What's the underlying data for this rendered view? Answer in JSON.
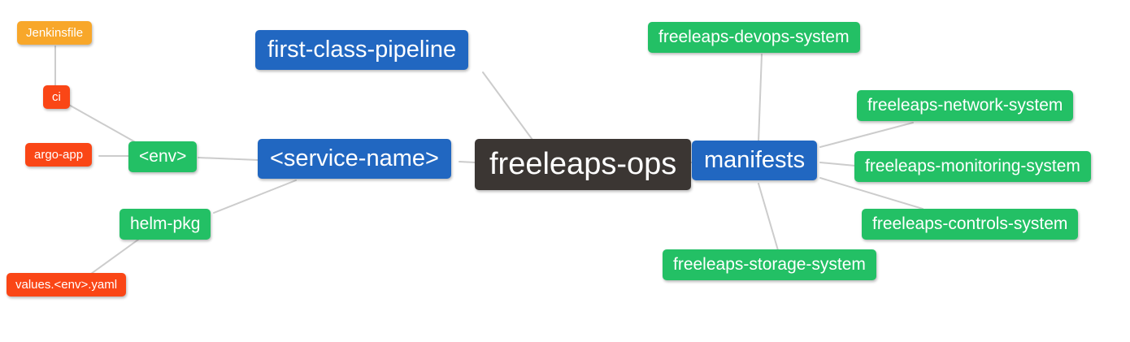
{
  "diagram": {
    "title": "freeleaps-ops repository mind map",
    "nodes": {
      "jenkinsfile": {
        "label": "Jenkinsfile",
        "color": "amber"
      },
      "ci": {
        "label": "ci",
        "color": "red"
      },
      "argo_app": {
        "label": "argo-app",
        "color": "red"
      },
      "env": {
        "label": "<env>",
        "color": "green"
      },
      "helm_pkg": {
        "label": "helm-pkg",
        "color": "green"
      },
      "values_yaml": {
        "label": "values.<env>.yaml",
        "color": "red"
      },
      "service_name": {
        "label": "<service-name>",
        "color": "blue"
      },
      "pipeline": {
        "label": "first-class-pipeline",
        "color": "blue"
      },
      "ops": {
        "label": "freeleaps-ops",
        "color": "dark"
      },
      "manifests": {
        "label": "manifests",
        "color": "blue"
      },
      "devops": {
        "label": "freeleaps-devops-system",
        "color": "green"
      },
      "network": {
        "label": "freeleaps-network-system",
        "color": "green"
      },
      "monitoring": {
        "label": "freeleaps-monitoring-system",
        "color": "green"
      },
      "controls": {
        "label": "freeleaps-controls-system",
        "color": "green"
      },
      "storage": {
        "label": "freeleaps-storage-system",
        "color": "green"
      }
    },
    "edges": [
      {
        "from": "jenkinsfile",
        "to": "ci"
      },
      {
        "from": "ci",
        "to": "env"
      },
      {
        "from": "argo_app",
        "to": "env"
      },
      {
        "from": "env",
        "to": "service_name"
      },
      {
        "from": "service_name",
        "to": "helm_pkg"
      },
      {
        "from": "helm_pkg",
        "to": "values_yaml"
      },
      {
        "from": "pipeline",
        "to": "ops"
      },
      {
        "from": "service_name",
        "to": "ops"
      },
      {
        "from": "ops",
        "to": "manifests"
      },
      {
        "from": "manifests",
        "to": "devops"
      },
      {
        "from": "manifests",
        "to": "network"
      },
      {
        "from": "manifests",
        "to": "monitoring"
      },
      {
        "from": "manifests",
        "to": "controls"
      },
      {
        "from": "manifests",
        "to": "storage"
      }
    ]
  },
  "colors": {
    "amber": "#f8a72a",
    "red": "#fa4616",
    "green": "#23c065",
    "blue": "#2167c1",
    "dark": "#3b3633",
    "edge": "#cccccc"
  }
}
